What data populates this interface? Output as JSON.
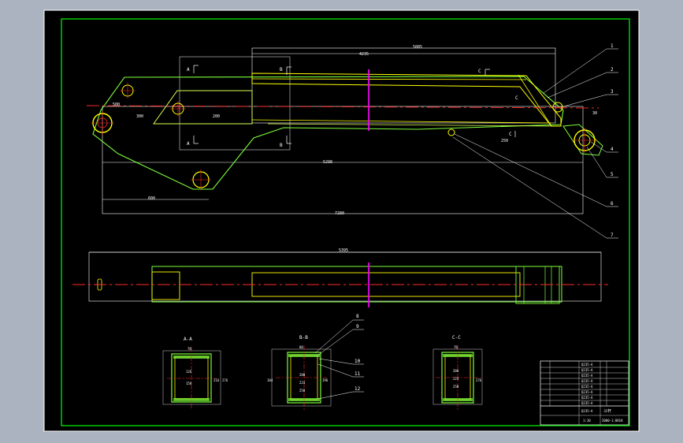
{
  "colors": {
    "background": "#aab3bf",
    "paper": "#000000",
    "border": "#ffffff",
    "frame": "#00ff00",
    "outline": "#ffff00",
    "outline_inner": "#d8ff50",
    "centerline": "#ff2a2a",
    "section_cut": "#ff00ff",
    "dimension": "#ffffff"
  },
  "dimensions": {
    "d_top_total": "5085",
    "d_top_inner": "4235",
    "d_bottom_total": "7280",
    "d_bottom_inner": "5298",
    "d_left_1": "500",
    "d_left_2": "300",
    "d_left_3": "200",
    "d_bottom_left": "600",
    "d_right_1": "250",
    "d_right_2": "30",
    "d_plan_total": "5395"
  },
  "section_marks": {
    "a_top": "A",
    "a_bottom": "A",
    "b_top": "B",
    "b_bottom": "B",
    "c_top": "C",
    "c_bottom": "C",
    "c_mid": "C"
  },
  "leaders": [
    "1",
    "2",
    "3",
    "4",
    "5",
    "6",
    "7"
  ],
  "sections": {
    "aa": {
      "title": "A-A",
      "dims": [
        "70",
        "126",
        "150",
        "216",
        "276"
      ]
    },
    "bb": {
      "title": "B-B",
      "dims": [
        "80",
        "200",
        "224",
        "250",
        "196",
        "184"
      ]
    },
    "cc": {
      "title": "C-C",
      "dims": [
        "70",
        "200",
        "224",
        "250",
        "276"
      ]
    }
  },
  "section_leaders": [
    "8",
    "9",
    "10",
    "11",
    "12"
  ],
  "title_block": {
    "rows": [
      "Q235-A",
      "Q235-A",
      "Q235-A",
      "Q235-A",
      "Q235-A",
      "Q235-A",
      "Q235-A",
      "Q235-A"
    ],
    "drawing_no": "2000-1:0818",
    "scale": "1:10",
    "part_name": "斗杆",
    "material": "Q235-A"
  }
}
